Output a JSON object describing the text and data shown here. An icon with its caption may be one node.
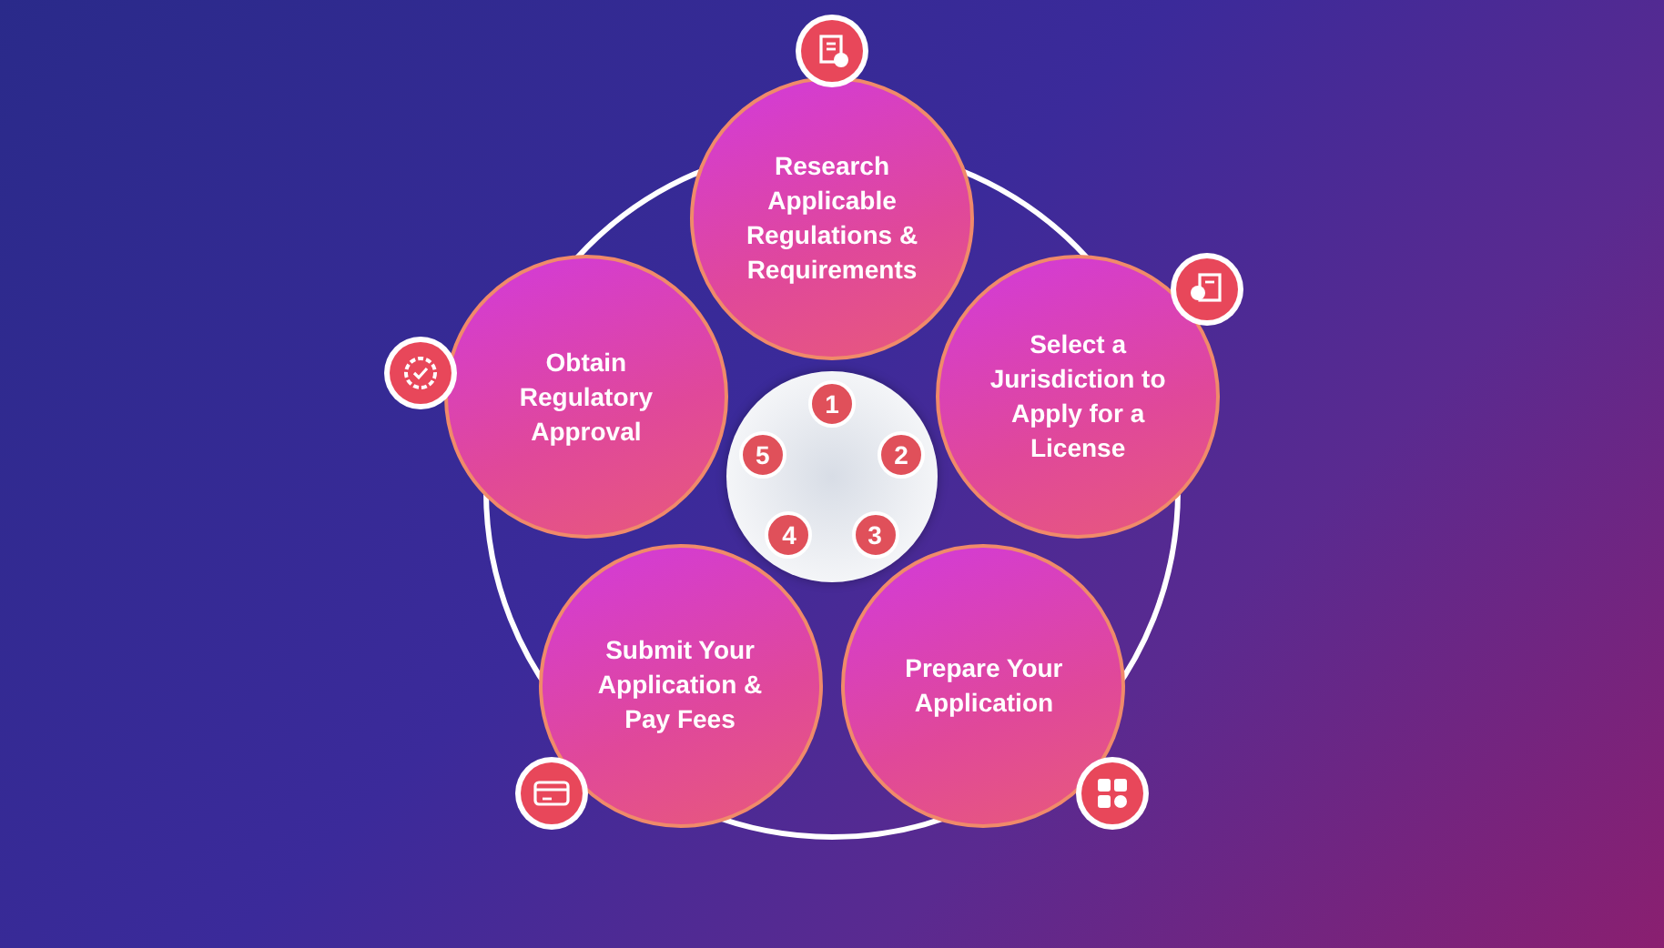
{
  "diagram": {
    "nodes": [
      {
        "text": [
          "Research Applicable Regulations & Requirements"
        ]
      },
      {
        "text": [
          "Select a Jurisdiction to Apply for a License"
        ]
      },
      {
        "text": [
          "Prepare Your Application"
        ]
      },
      {
        "text": [
          "Submit Your Application & Pay Fees"
        ]
      },
      {
        "text": [
          "Obtain Regulatory Approval"
        ]
      },
      {
        "text": [],
        "shape": "circle"
      },
      {
        "text": [
          "1"
        ],
        "in": 5
      },
      {
        "text": [
          "2"
        ],
        "in": 5
      },
      {
        "text": [
          "3"
        ],
        "in": 5
      },
      {
        "text": [
          "4"
        ],
        "in": 5
      },
      {
        "text": [
          "5"
        ],
        "in": 5
      }
    ]
  }
}
